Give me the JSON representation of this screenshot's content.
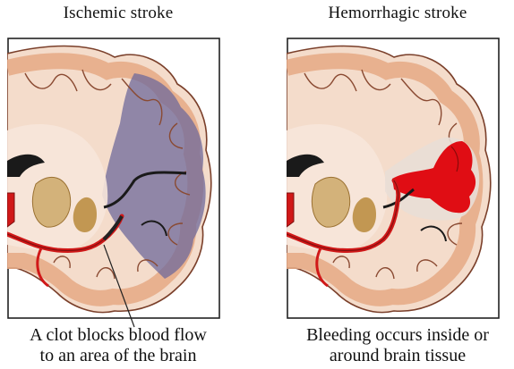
{
  "panels": [
    {
      "title": "Ischemic stroke",
      "caption_line1": "A clot blocks blood flow",
      "caption_line2": "to an area of the brain"
    },
    {
      "title": "Hemorrhagic stroke",
      "caption_line1": "Bleeding occurs inside or",
      "caption_line2": "around brain tissue"
    }
  ],
  "colors": {
    "brain_tissue": "#f6ded0",
    "cortex": "#e7b08f",
    "sulcus_line": "#8a4a32",
    "artery": "#d01818",
    "ischemic_area": "#6e6a9a",
    "blood": "#e00d14",
    "ventricle": "#1a1a1a",
    "basal_ganglia": "#b98a3a"
  }
}
